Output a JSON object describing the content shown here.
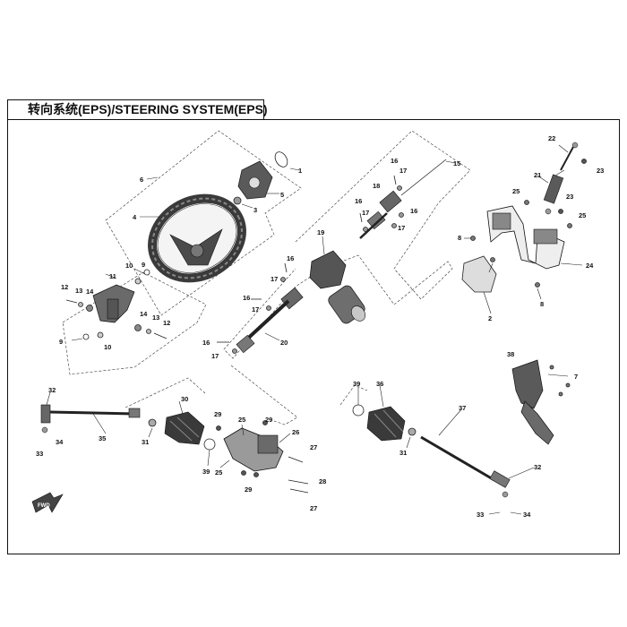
{
  "title": "转向系统(EPS)/STEERING SYSTEM(EPS)",
  "fwd_label": "FWD",
  "callouts": [
    "1",
    "2",
    "3",
    "4",
    "5",
    "6",
    "7",
    "8",
    "9",
    "10",
    "11",
    "12",
    "13",
    "14",
    "15",
    "16",
    "17",
    "18",
    "19",
    "20",
    "21",
    "22",
    "23",
    "24",
    "25",
    "26",
    "27",
    "28",
    "29",
    "30",
    "31",
    "32",
    "33",
    "34",
    "35",
    "36",
    "37",
    "38",
    "39"
  ]
}
